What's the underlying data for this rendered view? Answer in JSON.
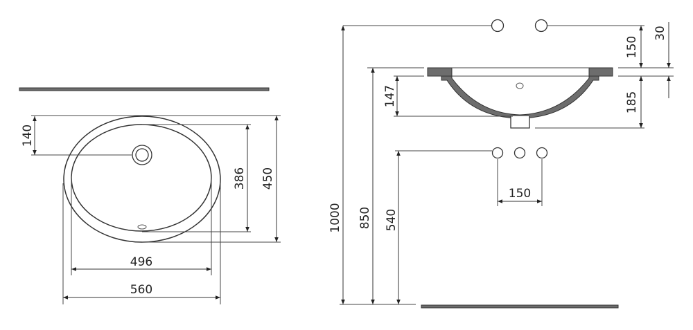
{
  "top_view": {
    "dimensions": {
      "drain_offset": "140",
      "inner_depth": "386",
      "outer_depth": "450",
      "inner_width": "496",
      "outer_width": "560"
    }
  },
  "side_view": {
    "dimensions": {
      "total_height": "1000",
      "countertop_height": "850",
      "basin_depth": "147",
      "tap_height": "540",
      "tap_spacing": "150",
      "tap_above_top": "150",
      "below_top": "185",
      "slab_thickness": "30"
    }
  },
  "colors": {
    "line": "#444444",
    "section_fill": "#6d6d6d"
  }
}
